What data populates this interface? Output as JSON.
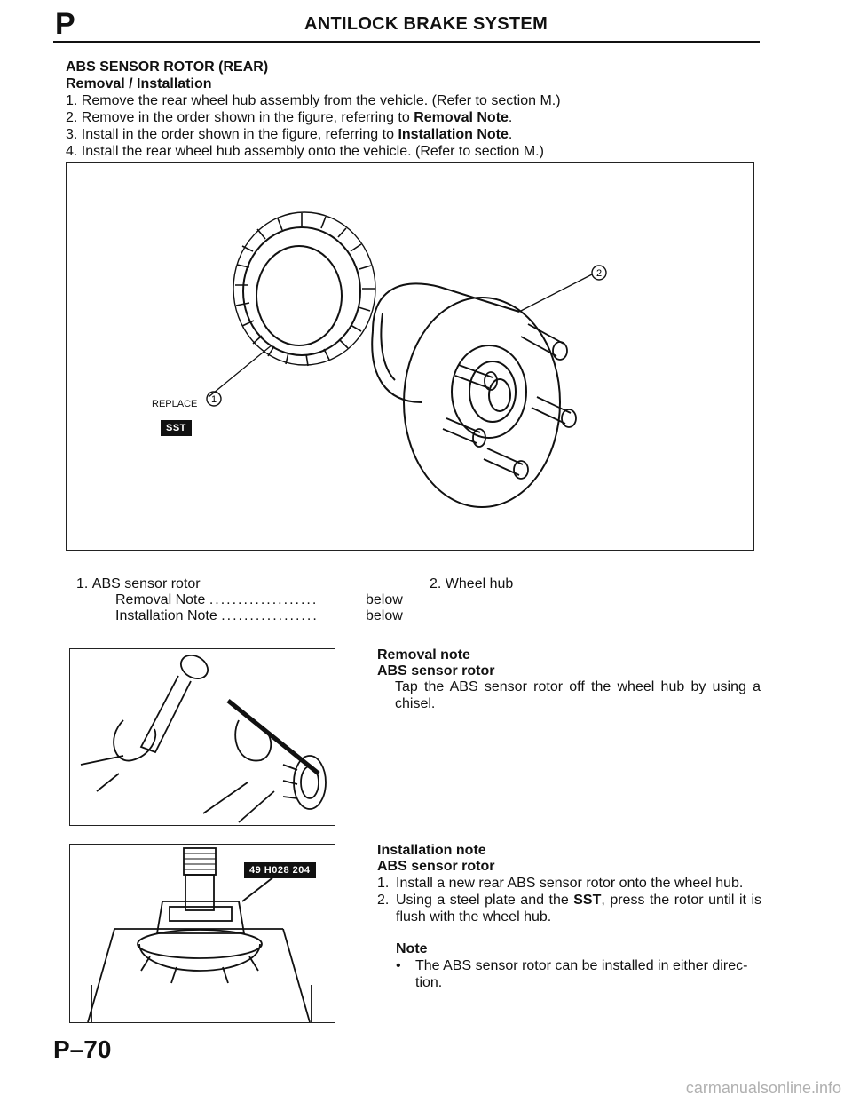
{
  "header": {
    "section_letter": "P",
    "title": "ANTILOCK BRAKE SYSTEM"
  },
  "procedure": {
    "heading": "ABS SENSOR ROTOR (REAR)",
    "subheading": "Removal / Installation",
    "steps": [
      {
        "num": "1.",
        "text": "Remove the rear wheel hub assembly from the vehicle. (Refer to section M.)",
        "bold": ""
      },
      {
        "num": "2.",
        "text": "Remove in the order shown in the figure, referring to ",
        "bold": "Removal Note",
        "end": "."
      },
      {
        "num": "3.",
        "text": "Install in the order shown in the figure, referring to ",
        "bold": "Installation Note",
        "end": "."
      },
      {
        "num": "4.",
        "text": "Install the rear wheel hub assembly onto the vehicle. (Refer to section M.)",
        "bold": ""
      }
    ]
  },
  "main_figure": {
    "callout_1": "REPLACE",
    "callout_1_num": "1",
    "callout_2_num": "2",
    "sst_badge": "SST"
  },
  "parts_list": {
    "item1_num": "1.",
    "item1_name": "ABS sensor rotor",
    "item1_sub1_label": "Removal Note",
    "item1_sub1_dots": "...................",
    "item1_sub1_ref": "below",
    "item1_sub2_label": "Installation Note",
    "item1_sub2_dots": ".................",
    "item1_sub2_ref": "below",
    "item2_num": "2.",
    "item2_name": "Wheel hub"
  },
  "removal_note": {
    "title": "Removal note",
    "subtitle": "ABS sensor rotor",
    "body": "Tap the ABS sensor rotor off the wheel hub by using a chisel."
  },
  "installation_note": {
    "title": "Installation note",
    "subtitle": "ABS sensor rotor",
    "step1_num": "1.",
    "step1": "Install a new rear ABS sensor rotor onto the wheel hub.",
    "step2_num": "2.",
    "step2_pre": "Using a steel plate and the ",
    "step2_bold": "SST",
    "step2_post": ", press the rotor until it is flush with the wheel hub.",
    "note_title": "Note",
    "note_bullet": "The ABS sensor rotor can be installed in either direc-tion.",
    "tool_badge": "49 H028 204"
  },
  "footer": {
    "page": "P–70",
    "watermark": "carmanualsonline.info"
  }
}
